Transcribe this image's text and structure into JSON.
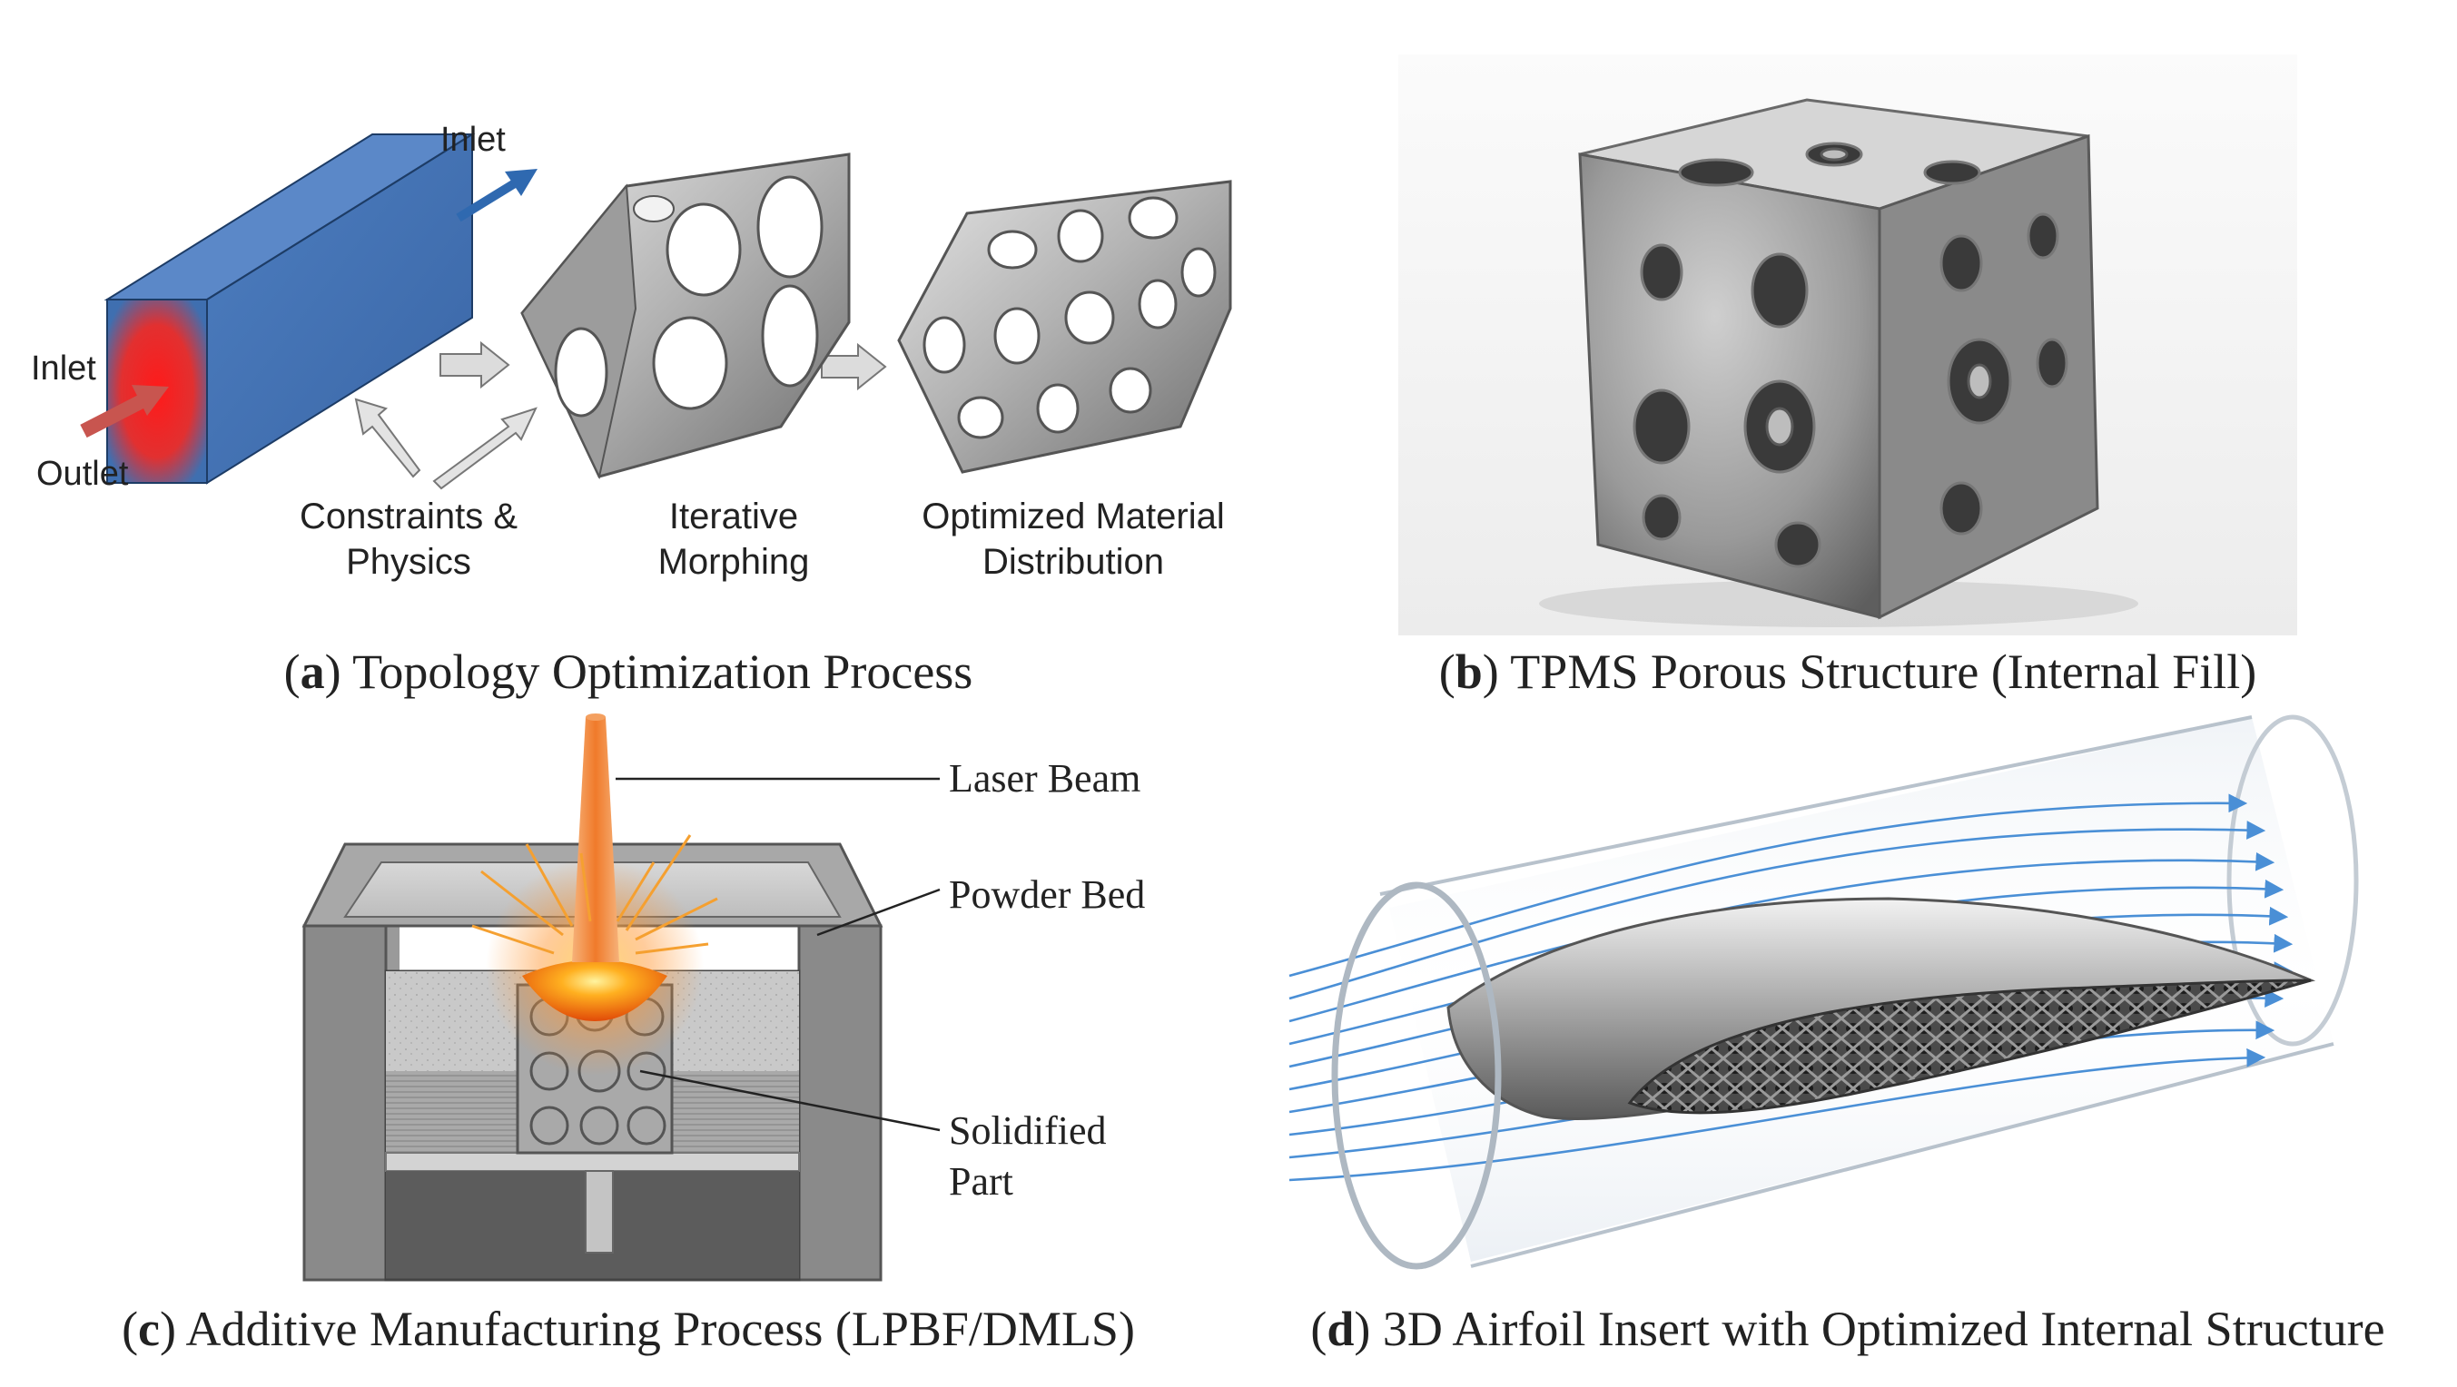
{
  "panel_a": {
    "caption_letter": "a",
    "caption_text": "Topology Optimization Process",
    "inlet_top_label": "Inlet",
    "inlet_left_label": "Inlet",
    "outlet_label": "Outlet",
    "step1_line1": "Constraints &",
    "step1_line2": "Physics",
    "step2_line1": "Iterative",
    "step2_line2": "Morphing",
    "step3_line1": "Optimized Material",
    "step3_line2": "Distribution",
    "colors": {
      "domain_blue": "#3f6fb0",
      "heat_red": "#e02020",
      "arrow_blue": "#2f69b0",
      "arrow_red": "#c8554f"
    }
  },
  "panel_b": {
    "caption_letter": "b",
    "caption_text": "TPMS Porous Structure (Internal Fill)"
  },
  "panel_c": {
    "caption_letter": "c",
    "caption_text": "Additive Manufacturing Process (LPBF/DMLS)",
    "label_laser": "Laser Beam",
    "label_powder": "Powder Bed",
    "label_part_line1": "Solidified",
    "label_part_line2": "Part",
    "colors": {
      "laser": "#f08a3a",
      "melt": "#ff6a10"
    }
  },
  "panel_d": {
    "caption_letter": "d",
    "caption_text": "3D Airfoil Insert with Optimized Internal Structure",
    "colors": {
      "streamline": "#4a8fd6"
    }
  }
}
